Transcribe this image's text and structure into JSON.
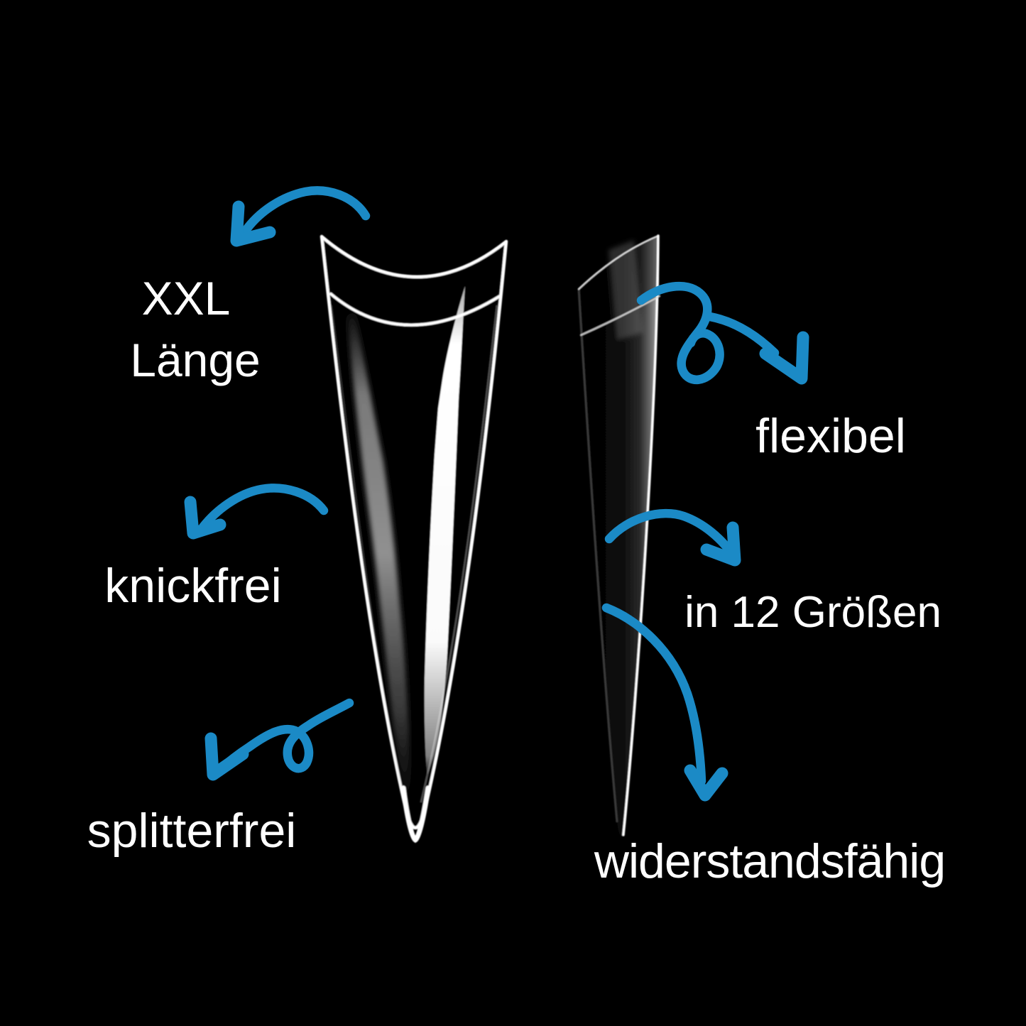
{
  "colors": {
    "background": "#000000",
    "accent": "#1b8ac6",
    "text": "#ffffff",
    "nail_outline": "#ffffff"
  },
  "features": {
    "xxl_laenge": {
      "label_line1": "XXL",
      "label_line2": "Länge",
      "arrow": "curved-arrow-down-left"
    },
    "knickfrei": {
      "label": "knickfrei",
      "arrow": "curved-arrow-down-left"
    },
    "splitterfrei": {
      "label": "splitterfrei",
      "arrow": "loop-arrow-down-left"
    },
    "flexibel": {
      "label": "flexibel",
      "arrow": "loop-arrow-down-right"
    },
    "groessen": {
      "label": "in 12 Größen",
      "arrow": "curved-arrow-down-right"
    },
    "widerstandsfaehig": {
      "label": "widerstandsfähig",
      "arrow": "curved-arrow-down"
    }
  },
  "graphics": {
    "left_object": "xxl-stiletto-nail-tip-front-view",
    "right_object": "nail-tip-side-profile-view"
  }
}
